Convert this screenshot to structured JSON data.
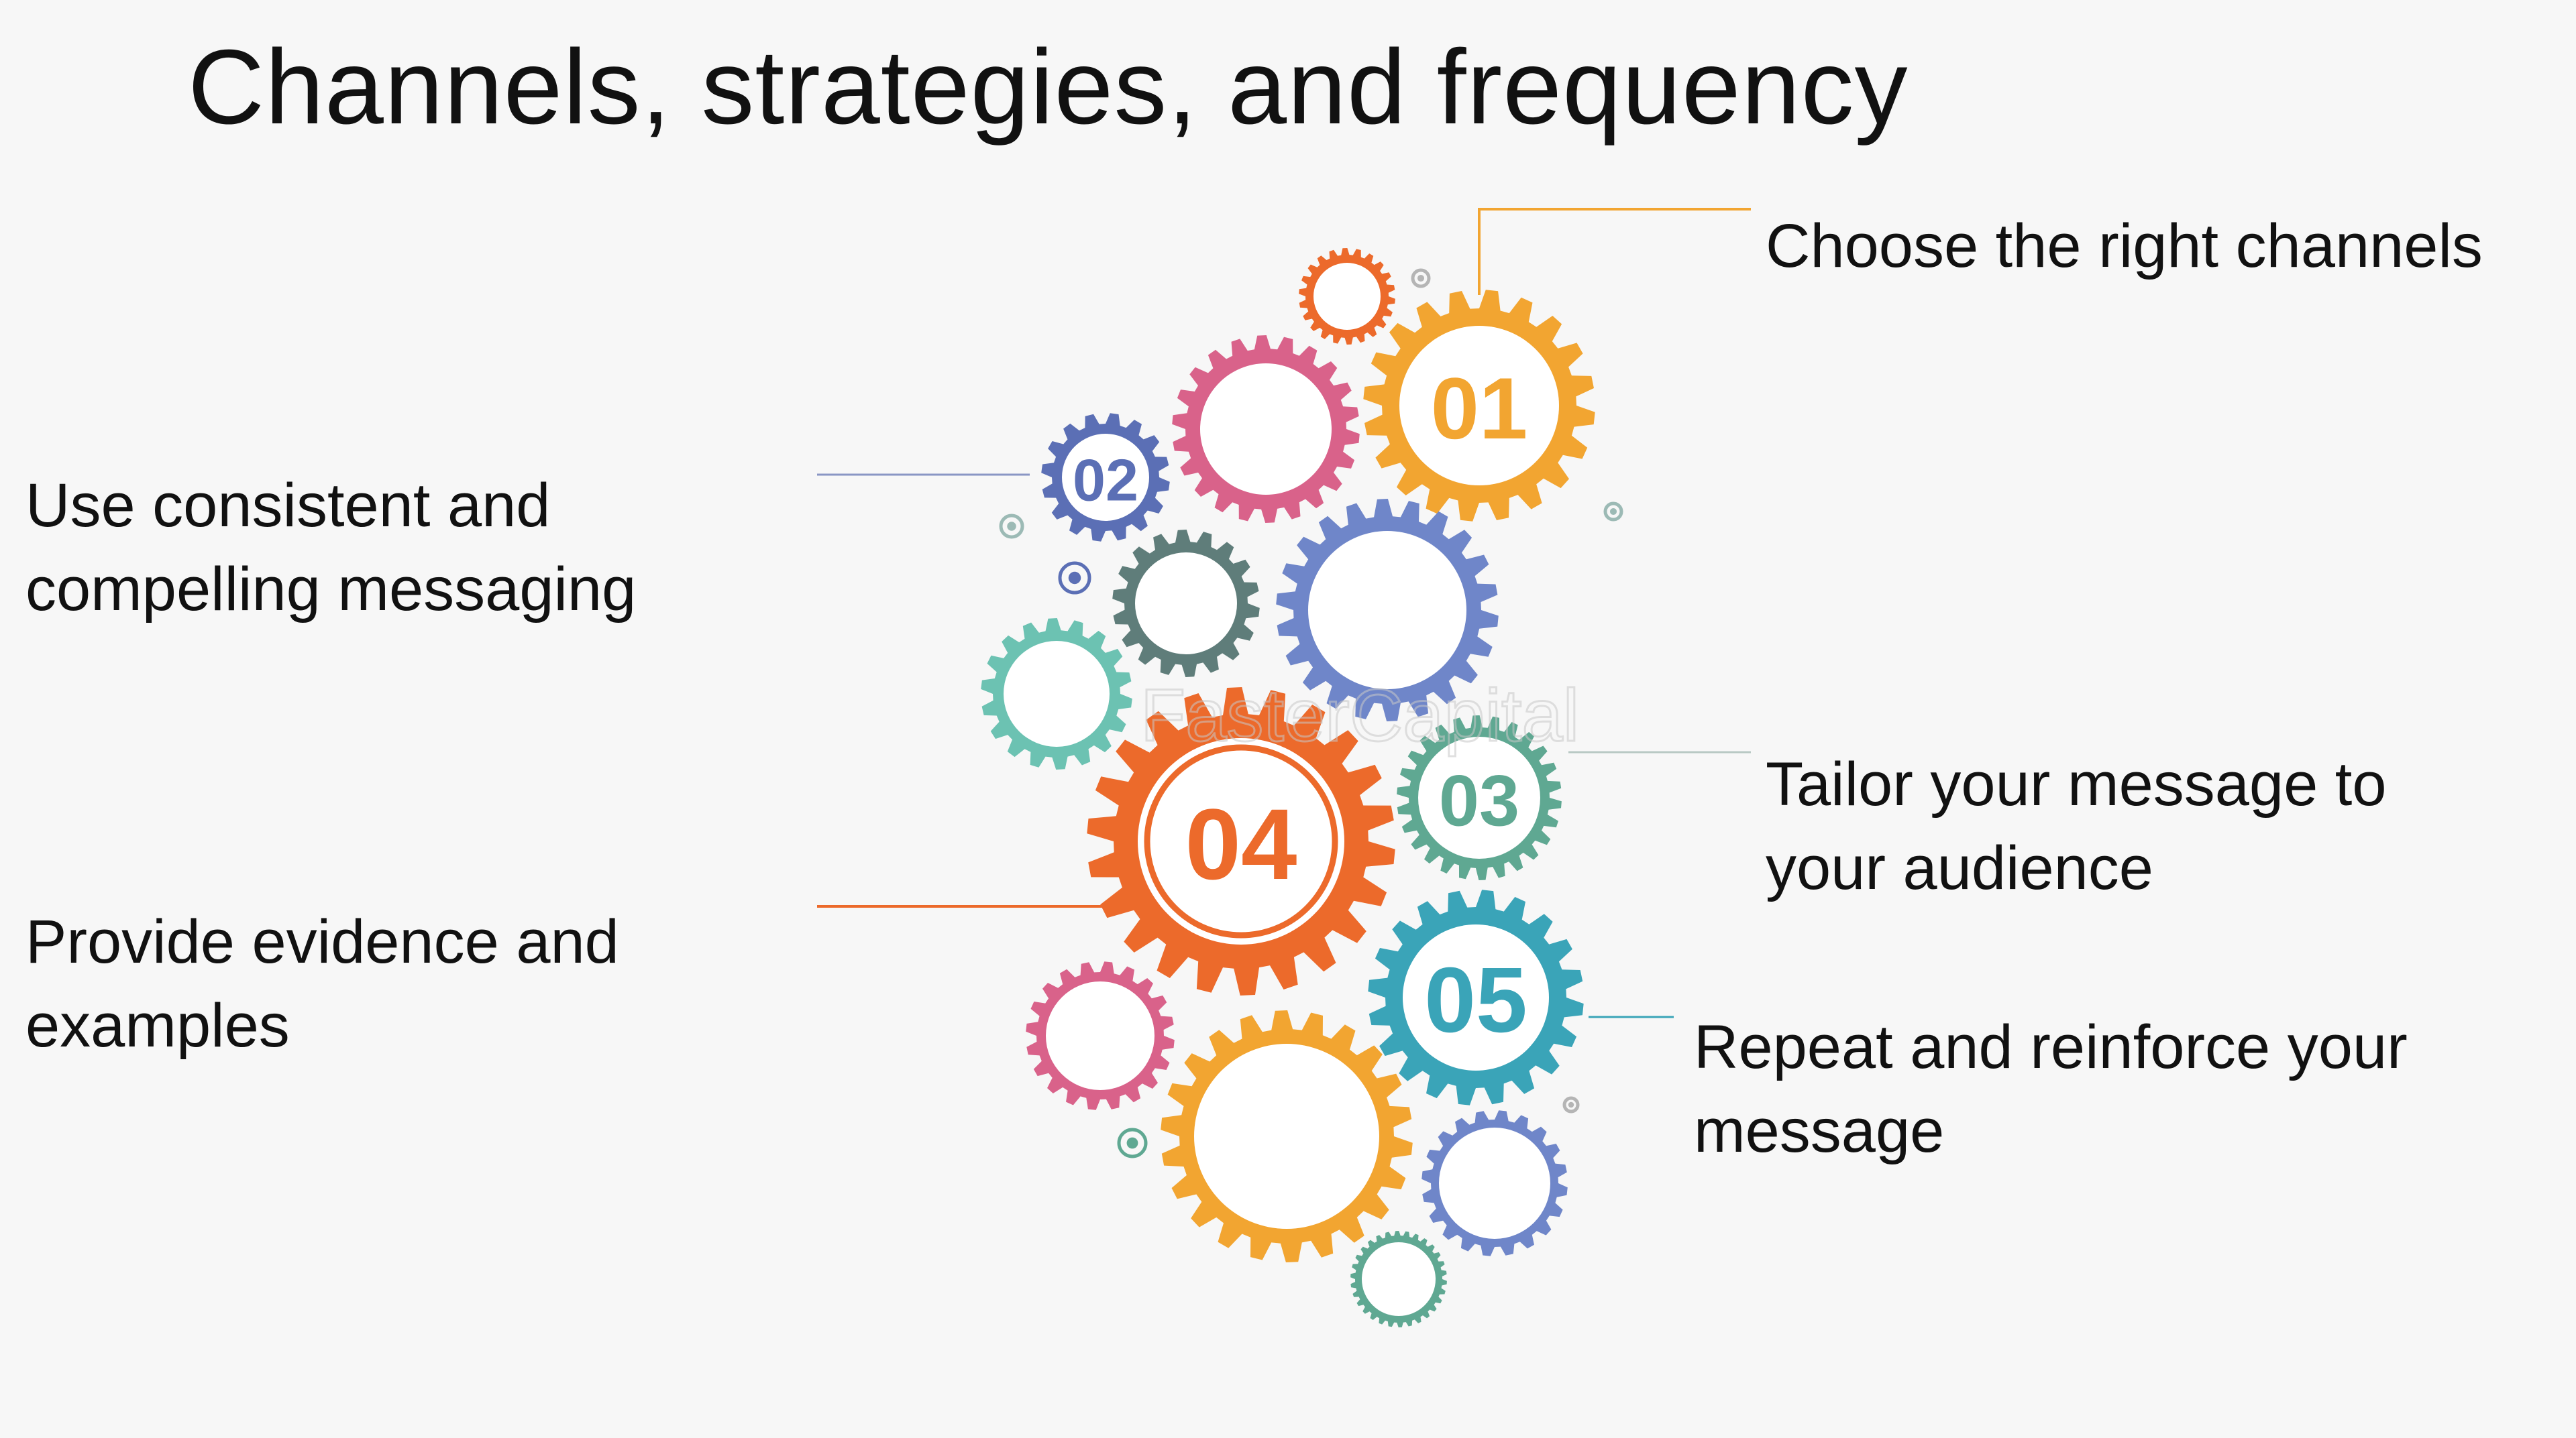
{
  "title": "Channels, strategies, and frequency",
  "steps": [
    {
      "number": "01",
      "lines": [
        "Choose the right channels"
      ],
      "color": "#f2a531"
    },
    {
      "number": "02",
      "lines": [
        "Use consistent and",
        "compelling messaging"
      ],
      "color": "#5b6fb5"
    },
    {
      "number": "03",
      "lines": [
        "Tailor your message to",
        "your audience"
      ],
      "color": "#5fa892"
    },
    {
      "number": "04",
      "lines": [
        "Provide evidence and",
        "examples"
      ],
      "color": "#ec6a2b"
    },
    {
      "number": "05",
      "lines": [
        "Repeat and reinforce your",
        "message"
      ],
      "color": "#3aa4b8"
    }
  ],
  "watermark": "FasterCapital",
  "colors": {
    "orange": "#ec6a2b",
    "yellow": "#f2a531",
    "pink": "#d9628a",
    "blue": "#5b6fb5",
    "periwinkle": "#6f86c9",
    "slate": "#5f7d7a",
    "teal": "#6cc2b2",
    "cyan": "#3aa4b8",
    "green": "#5fa892"
  }
}
